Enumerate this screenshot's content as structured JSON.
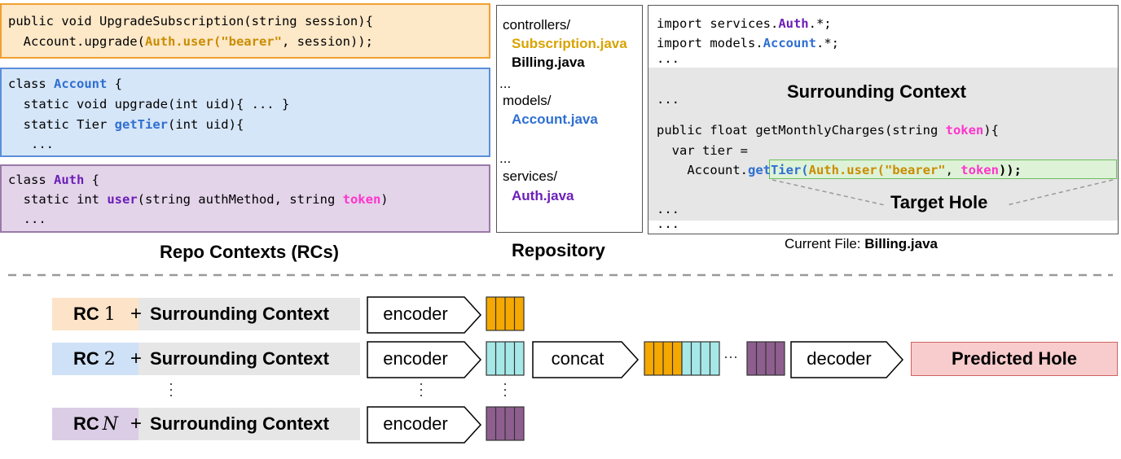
{
  "rc_snippets": {
    "upgrade": {
      "line1": "public void UpgradeSubscription(string session){",
      "line2_prefix": "  Account.upgrade(",
      "line2_call": "Auth.user(\"bearer\"",
      "line2_suffix": ", session));"
    },
    "account": {
      "line1_prefix": "class ",
      "line1_name": "Account",
      "line1_suffix": " {",
      "line2": "  static void upgrade(int uid){ ... }",
      "line3_prefix": "  static Tier ",
      "line3_name": "getTier",
      "line3_suffix": "(int uid){",
      "line4": "   ..."
    },
    "auth": {
      "line1_prefix": "class ",
      "line1_name": "Auth",
      "line1_suffix": " {",
      "line2_prefix": "  static int ",
      "line2_name": "user",
      "line2_mid": "(string authMethod, string ",
      "line2_token": "token",
      "line2_suffix": ")",
      "line3": "  ..."
    },
    "caption": "Repo Contexts (RCs)"
  },
  "repository": {
    "caption": "Repository",
    "controllers_dir": "controllers/",
    "subscription_file": "Subscription.java",
    "billing_file": "Billing.java",
    "ellipsis1": "...",
    "models_dir": "models/",
    "account_file": "Account.java",
    "ellipsis2": "...",
    "services_dir": "services/",
    "auth_file": "Auth.java"
  },
  "current_file": {
    "import1_prefix": "import services.",
    "import1_name": "Auth",
    "import1_suffix": ".*;",
    "import2_prefix": "import models.",
    "import2_name": "Account",
    "import2_suffix": ".*;",
    "ellipsis_top": "...",
    "surrounding_label": "Surrounding Context",
    "ellipsis_ctx": "...",
    "method_prefix": "public float getMonthlyCharges(string ",
    "method_token": "token",
    "method_suffix": "){",
    "var_line": "  var tier =",
    "account_prefix": "    Account.",
    "hole_get_tier": "getTier(",
    "hole_auth_user": "Auth.user(\"bearer\"",
    "hole_comma": ", ",
    "hole_token": "token",
    "hole_close": "));",
    "target_hole_label": "Target Hole",
    "ellipsis_bottom1": "...",
    "ellipsis_bottom2": "...",
    "caption_prefix": "Current File: ",
    "caption_file": "Billing.java"
  },
  "pipeline": {
    "rows": [
      {
        "rc": "RC",
        "index": "1",
        "plus": "+",
        "context": "Surrounding Context",
        "encoder": "encoder",
        "color": "#f5a800",
        "label_bg": "#fde3c8"
      },
      {
        "rc": "RC",
        "index": "2",
        "plus": "+",
        "context": "Surrounding Context",
        "encoder": "encoder",
        "color": "#a6e8e8",
        "label_bg": "#cfe1f6"
      },
      {
        "rc": "RC",
        "index": "N",
        "plus": "+",
        "context": "Surrounding Context",
        "encoder": "encoder",
        "color": "#8e5f8e",
        "label_bg": "#dccde6"
      }
    ],
    "concat": "concat",
    "dots": "···",
    "decoder": "decoder",
    "predicted": "Predicted Hole"
  },
  "colors": {
    "orange_box_bg": "#fde8c8",
    "orange_box_border": "#f0a030",
    "blue_box_bg": "#d6e6f9",
    "blue_box_border": "#5b8fd8",
    "purple_box_bg": "#e3d4ea",
    "purple_box_border": "#9a7aa8",
    "surrounding_bg": "#e6e6e6",
    "hole_bg": "#def2d8",
    "hole_border": "#6cbf5c",
    "predicted_bg": "#f8cccc",
    "predicted_border": "#d06060"
  }
}
